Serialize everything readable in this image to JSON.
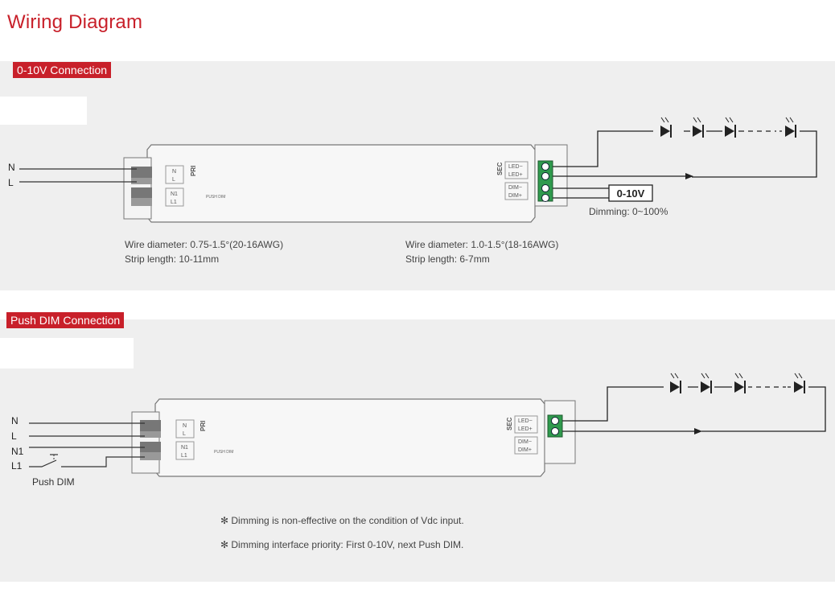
{
  "title": "Wiring Diagram",
  "section1": {
    "label": "0-10V Connection",
    "inputs": [
      "N",
      "L"
    ],
    "pri_label": "PRI",
    "pri_terminals": [
      "N",
      "L",
      "N1",
      "L1"
    ],
    "push_dim_small": "PUSH DIM",
    "sec_label": "SEC",
    "sec_terminals": [
      "LED−",
      "LED+",
      "DIM−",
      "DIM+"
    ],
    "signal_box": "0-10V",
    "dimming_range": "Dimming: 0~100%",
    "left_note": [
      "Wire diameter: 0.75-1.5°(20-16AWG)",
      "Strip length: 10-11mm"
    ],
    "right_note": [
      "Wire diameter: 1.0-1.5°(18-16AWG)",
      "Strip length: 6-7mm"
    ]
  },
  "section2": {
    "label": "Push DIM Connection",
    "inputs": [
      "N",
      "L",
      "N1",
      "L1"
    ],
    "switch_label": "Push DIM",
    "pri_label": "PRI",
    "pri_terminals": [
      "N",
      "L",
      "N1",
      "L1"
    ],
    "push_dim_small": "PUSH DIM",
    "sec_label": "SEC",
    "sec_terminals": [
      "LED−",
      "LED+",
      "DIM−",
      "DIM+"
    ],
    "footnotes": [
      "Dimming is non-effective on the condition of Vdc input.",
      "Dimming interface priority: First 0-10V, next Push DIM."
    ]
  }
}
